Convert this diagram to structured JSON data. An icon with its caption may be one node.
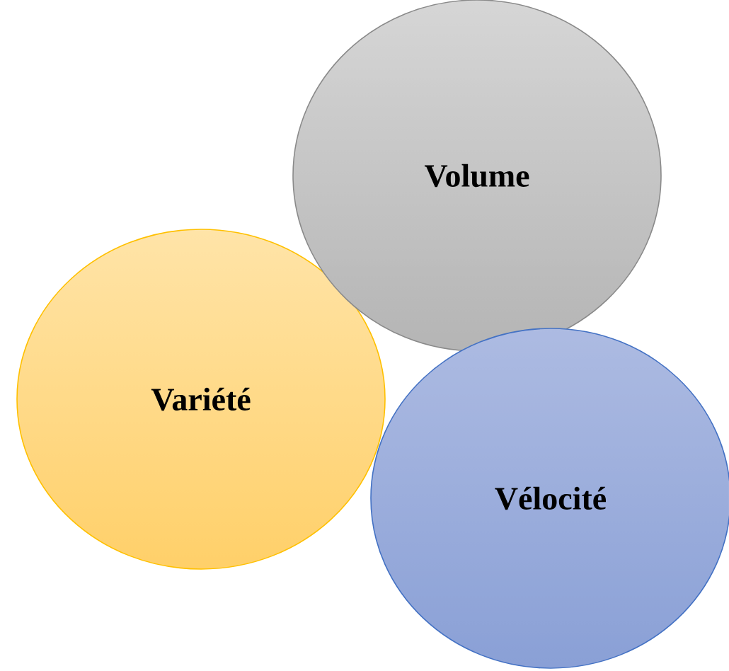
{
  "diagram": {
    "nodes": [
      {
        "text": [
          "Volume"
        ]
      },
      {
        "text": [
          "Variété"
        ]
      },
      {
        "text": [
          "Vélocité"
        ]
      }
    ]
  }
}
